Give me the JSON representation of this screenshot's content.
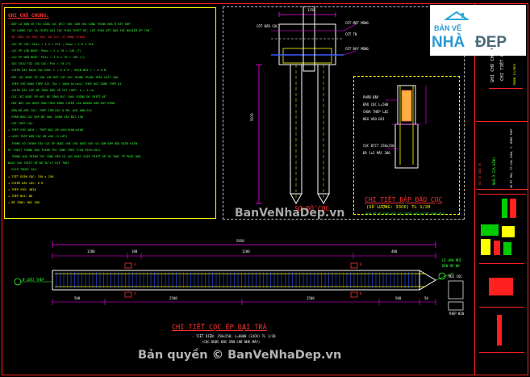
{
  "colors": {
    "background": "#000000",
    "frame_red": "#ff2020",
    "note_green": "#33ff33",
    "note_yellow": "#ffff00",
    "dim_magenta": "#ff00ff",
    "steel_yellow": "#ffff00",
    "hatch_blue": "#3a5bff",
    "label_white": "#ffffff",
    "watermark": "#e0e0e0"
  },
  "notes": {
    "title": "GHI CHÚ CHUNG:",
    "lines": [
      {
        "text": "- ĐÂY LÀ BẢN VẼ THI CÔNG CỌC BTCT ĐÚC SẴN CHO CÔNG TRÌNH NHÀ Ở KẾT HỢP",
        "color": "#33ff33"
      },
      {
        "text": "- SỐ LƯỢNG CỌC VÀ CHIỀU DÀI CỌC THEO THIẾT KẾ, LẤY THEO KẾT QUẢ THÍ NGHIỆM ÉP THỬ",
        "color": "#33ff33"
      },
      {
        "text": "- BÊ TÔNG CỌC MÁC 300, ĐÁ 1x2, XI MĂNG PCB40",
        "color": "#ff3030"
      },
      {
        "text": "- LỰC ÉP CỌC: Pmin = 1.5 x Ptk ; Pmax = 2.0 x Ptk",
        "color": "#33ff33"
      },
      {
        "text": "- LỰC ÉP LỚN NHẤT: Pmax = 2 x 70 = 140 (T)",
        "color": "#33ff33"
      },
      {
        "text": "- LỰC ÉP NHỎ NHẤT: Pmin = 1.5 x 70 = 105 (T)",
        "color": "#33ff33"
      },
      {
        "text": "- SỨC CHỊU TẢI CỦA CỌC: Ptk = 70 (T)",
        "color": "#33ff33"
      },
      {
        "text": "- CHIỀU DÀI ĐOẠN CỌC ĐẦU: L = 6.0 M ; ĐOẠN NỐI L = 6.0 M",
        "color": "#33ff33"
      },
      {
        "text": "- MŨI CỌC ĐƯỢC ÉP VÀO LỚP ĐẤT CÁT HẠT TRUNG TRẠNG THÁI CHẶT VỪA",
        "color": "#33ff33"
      },
      {
        "text": "- THÉP CHỦ DÙNG THÉP AII (Ra = 2800 kG/cm2) THÉP ĐAI DÙNG THÉP AI",
        "color": "#33ff33"
      },
      {
        "text": "- CHIỀU DÀY LỚP BÊ TÔNG BẢO VỆ CỐT THÉP: a = 3 cm",
        "color": "#33ff33"
      },
      {
        "text": "- CỌC CHỈ ĐƯỢC ÉP KHI BÊ TÔNG ĐẠT 100% CƯỜNG ĐỘ THIẾT KẾ",
        "color": "#33ff33"
      },
      {
        "text": "- MỐI NỐI CỌC ĐƯỢC HÀN THEO ĐÚNG CHIỀU CAO ĐƯỜNG HÀN QUY ĐỊNH",
        "color": "#33ff33"
      },
      {
        "text": "- BẢN MÃ NỐI CỌC: THÉP TẤM DÀY 8 MM, QUE HÀN E42",
        "color": "#33ff33"
      },
      {
        "text": "- PHẦN ĐẦU CỌC ĐẬP BỎ 500, NGÀM VÀO ĐÀI 150",
        "color": "#33ff33"
      },
      {
        "text": "- CỐT THÉP CỌC:",
        "color": "#33ff33"
      },
      {
        "text": "  + THÉP CHỦ 4Ø16 ; THÉP ĐAI Ø6 a50/a100/a200",
        "color": "#33ff33"
      },
      {
        "text": "  + LƯỚI THÉP ĐẦU CỌC Ø6 a50 (3 LỚP)",
        "color": "#33ff33"
      },
      {
        "text": "- THÔNG SỐ CHÍNH CỦA CỌC ÉP ĐƯỢC GHI CHÚ DƯỚI ĐÂY VÀ CẦN ĐẢM BẢO ĐIỀU KIỆN",
        "color": "#33ff33"
      },
      {
        "text": "  KỸ THUẬT TRONG QUÁ TRÌNH THI CÔNG THEO TCVN 9394:2012",
        "color": "#33ff33"
      },
      {
        "text": "- TRONG QUÁ TRÌNH THI CÔNG NẾU CÓ SAI KHÁC GIỮA THIẾT KẾ VÀ THỰC TẾ PHẢI BÁO",
        "color": "#33ff33"
      },
      {
        "text": "  NGAY CHO THIẾT KẾ ĐỂ XỬ LÝ KỊP THỜI",
        "color": "#33ff33"
      },
      {
        "text": "- KÍCH THƯỚC CỌC:",
        "color": "#33ff33"
      },
      {
        "text": "   + TIẾT DIỆN CỌC: 250 x 250",
        "color": "#ffff00"
      },
      {
        "text": "   + CHIỀU DÀI CỌC: 6 M",
        "color": "#ffff00"
      },
      {
        "text": "   + THÉP CHỦ: 4Ø16",
        "color": "#ffff00"
      },
      {
        "text": "   + THÉP ĐAI: Ø6",
        "color": "#ffff00"
      },
      {
        "text": "   + BÊ TÔNG: MÁC 300",
        "color": "#ffff00"
      }
    ]
  },
  "pile_plan": {
    "title": "SƠ ĐỒ CỌC",
    "labels": {
      "head": "CỐT ĐẦU CỌC",
      "natural": "CỐT TN",
      "bottom_cap": "CỐT ĐÁY MÓNG",
      "cap_top": "CỐT MẶT MÓNG",
      "depth": "5970",
      "top_dim": "1250"
    }
  },
  "pile_head": {
    "title": "CHI TIẾT ĐẬP ĐẦU CỌC",
    "subtitle": "(SỐ LƯỢNG: 33CK) TL 1/20",
    "note": "(ĐẬP BỎ BÊ TÔNG ĐẦU CỌC TRƯỚC KHI ĐỔ BÊ TÔNG ĐÀI)",
    "labels": {
      "a": "PHẦN ĐẬP",
      "b": "ĐẦU CỌC L=500",
      "c": "CHỪA THÉP LẠI",
      "d": "NEO VÀO ĐÀI",
      "e": "CỌC BTCT 250x250",
      "f": "ĐÁ 1x2 MÁC 300"
    }
  },
  "pile_detail": {
    "title": "CHI TIẾT CỌC ÉP ĐẠI TRÀ",
    "sub1": "- TIẾT DIỆN: 250x250; L=6000 (33CK) TL 1/20",
    "sub2": "(CỌC ĐƯỢC ĐÚC SẴN CHỜ NHÀ MÁY)",
    "total_dim": "5950",
    "dims_top": [
      "1200",
      "100",
      "1200",
      "400"
    ],
    "dims_bottom": [
      "500",
      "2500",
      "2500",
      "500",
      "50"
    ],
    "section_marks": [
      "A",
      "A",
      "B",
      "B"
    ],
    "tag_left": "Ø LƯỚI THÉP",
    "tag_right": "LÊ HÀN MŨI",
    "tag_right2": "BẢN MÃ Ø8",
    "tip_labels": [
      "MŨI CỌC",
      "THÉP Ø20"
    ]
  },
  "title_block": {
    "logo_text": "BẢN VẼ",
    "logo_big": "NHÀ",
    "logo_big2": "ĐẸP",
    "drawing_name_1": "GHI CHÚ CHUNG",
    "drawing_name_2": "CHI TIẾT CỌC",
    "sheet_code": "THÁNG 12/2023",
    "designer_label": "HỒ SƠ BẢN VẼ",
    "project": "NHÀ Ở GIA ĐÌNH",
    "address": "XÃ MỸ TRÀ, TP.CAO LÃNH, T. ĐỒNG THÁP"
  },
  "watermark": {
    "center": "BanVeNhaDep.vn",
    "copyright": "Bản quyền © BanVeNhaDep.vn"
  }
}
